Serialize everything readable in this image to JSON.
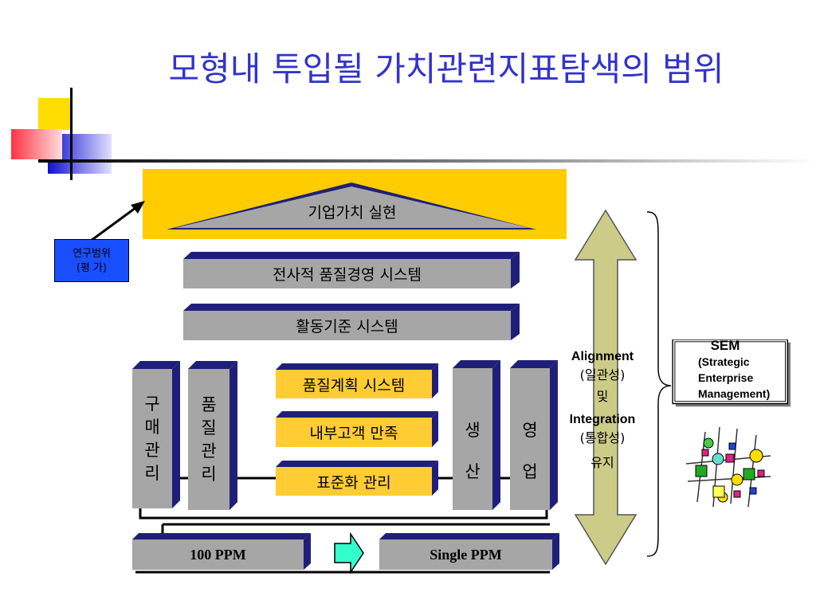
{
  "title": "모형내 투입될 가치관련지표탐색의 범위",
  "roof_label": "기업가치 실현",
  "layers": {
    "enterprise_quality": "전사적 품질경영 시스템",
    "activity_standard": "활동기준 시스템"
  },
  "center_stack": {
    "quality_plan": "품질계획 시스템",
    "internal_customer": "내부고객 만족",
    "standardization": "표준화 관리"
  },
  "pillars": {
    "purchasing": [
      "구",
      "매",
      "관",
      "리"
    ],
    "quality_mgmt": [
      "품",
      "질",
      "관",
      "리"
    ],
    "production": [
      "생",
      "산"
    ],
    "sales": [
      "영",
      "업"
    ]
  },
  "foundation": {
    "left": "100 PPM",
    "right": "Single PPM"
  },
  "research_scope": {
    "line1": "연구범위",
    "line2": "(평   가)"
  },
  "alignment": {
    "line1": "Alignment",
    "line2": "(일관성)",
    "line3": "및",
    "line4": "Integration",
    "line5": "(통합성)",
    "line6": "유지"
  },
  "sem": {
    "line1": "SEM",
    "line2": "(Strategic",
    "line3": "Enterprise",
    "line4": "Management)"
  },
  "colors": {
    "title": "#3333cc",
    "roof_band": "#ffcc00",
    "bar_face": "#a6a6a6",
    "bar_shade": "#1f1f7a",
    "gold_bar": "#ffcc33",
    "arrow_fill": "#cccc88",
    "research_box": "#1a4fff",
    "green_arrow": "#33ffcc"
  },
  "icons": [
    "corner-squares-decoration",
    "puzzle-network-icon",
    "double-headed-arrow",
    "curly-brace",
    "green-right-arrow"
  ]
}
